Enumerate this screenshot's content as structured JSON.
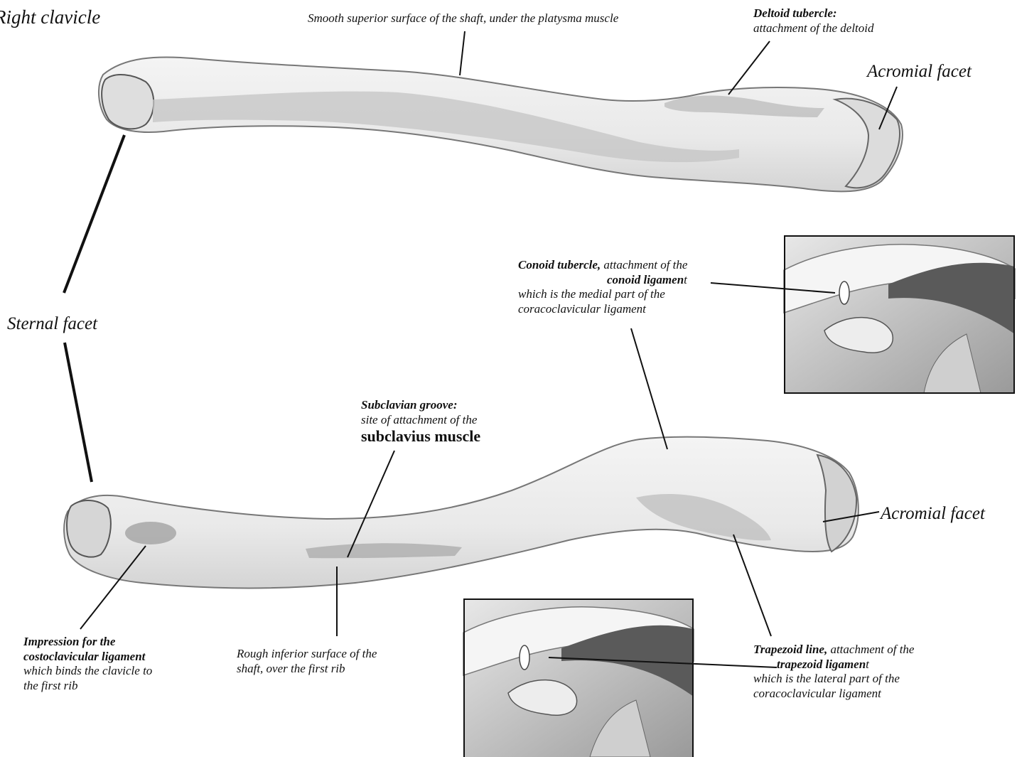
{
  "title": "Right clavicle",
  "labels": {
    "smooth_superior": "Smooth superior surface of the  shaft, under the platysma muscle",
    "deltoid_tubercle_bold": "Deltoid tubercle:",
    "deltoid_tubercle_text": "attachment of the deltoid",
    "acromial_facet_top": "Acromial facet",
    "sternal_facet": "Sternal facet",
    "conoid_bold": "Conoid tubercle,",
    "conoid_text1": " attachment of the",
    "conoid_ligament_bold": "conoid ligamen",
    "conoid_ligament_tail": "t",
    "conoid_text2": " which is the medial part of the",
    "conoid_text3": "coracoclavicular ligament",
    "subclavian_bold": "Subclavian groove:",
    "subclavian_text": " site of attachment of the",
    "subclavius_muscle": "subclavius muscle",
    "acromial_facet_bottom": "Acromial facet",
    "impression_bold1": "Impression for the",
    "impression_bold2": "costoclavicular ligament",
    "impression_text1": "which binds the clavicle to",
    "impression_text2": "the first rib",
    "rough_inferior1": "Rough inferior surface of the",
    "rough_inferior2": "shaft, over the first rib",
    "trapezoid_bold": "Trapezoid line,",
    "trapezoid_text1": "  attachment of the",
    "trapezoid_ligament_bold": "trapezoid ligamen",
    "trapezoid_ligament_tail": "t",
    "trapezoid_text2": " which is the lateral part of the",
    "trapezoid_text3": "coracoclavicular ligament"
  },
  "colors": {
    "line": "#111111",
    "bone_shade": "#b9b9b9",
    "bone_outline": "#7a7a7a"
  }
}
